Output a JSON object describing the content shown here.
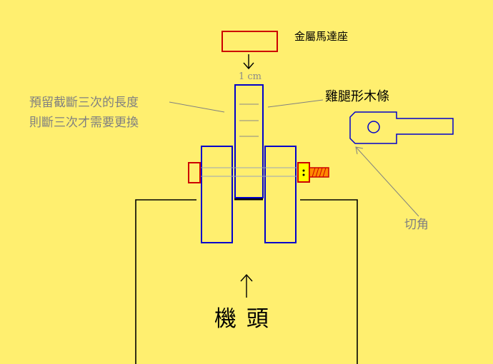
{
  "labels": {
    "motor_mount": "金屬馬達座",
    "one_cm": "1 cm",
    "note_line1": "預留截斷三次的長度",
    "note_line2": "則斷三次才需要更換",
    "wood_strip": "雞腿形木條",
    "corner_cut": "切角",
    "machine_head": "機 頭"
  },
  "colors": {
    "background": "#FFEF6F",
    "blue_outline": "#0000CC",
    "red_outline": "#CC0000",
    "bolt_fill": "#FFFF00",
    "screw_fill": "#FF8A00",
    "gray_text": "#808080"
  }
}
